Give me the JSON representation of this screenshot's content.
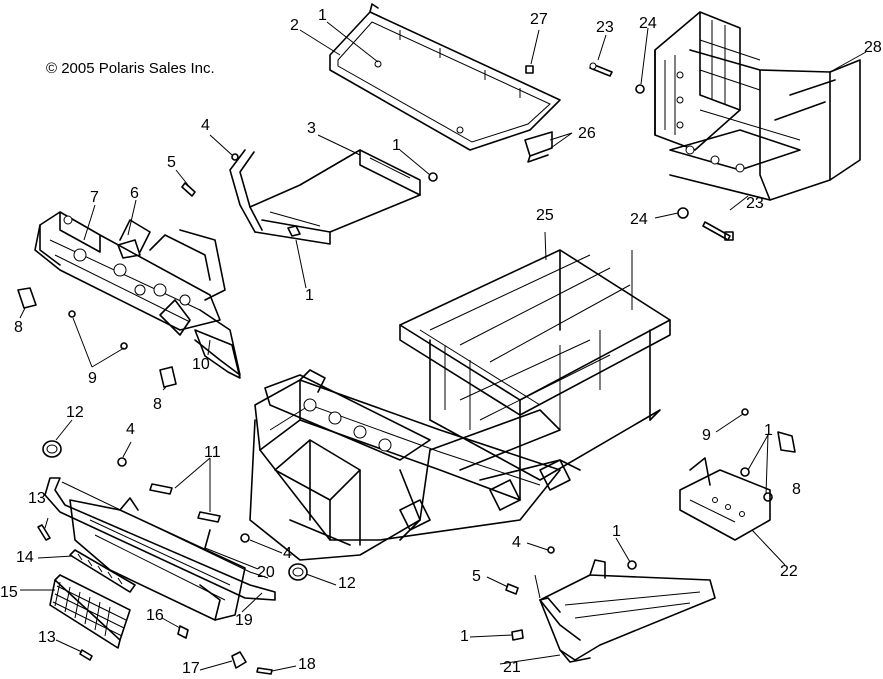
{
  "copyright": "© 2005 Polaris Sales Inc.",
  "callouts": [
    {
      "id": "c1a",
      "text": "1"
    },
    {
      "id": "c2",
      "text": "2"
    },
    {
      "id": "c27",
      "text": "27"
    },
    {
      "id": "c23a",
      "text": "23"
    },
    {
      "id": "c24a",
      "text": "24"
    },
    {
      "id": "c28",
      "text": "28"
    },
    {
      "id": "c4a",
      "text": "4"
    },
    {
      "id": "c3",
      "text": "3"
    },
    {
      "id": "c1b",
      "text": "1"
    },
    {
      "id": "c26",
      "text": "26"
    },
    {
      "id": "c5a",
      "text": "5"
    },
    {
      "id": "c7",
      "text": "7"
    },
    {
      "id": "c6",
      "text": "6"
    },
    {
      "id": "c24b",
      "text": "24"
    },
    {
      "id": "c23b",
      "text": "23"
    },
    {
      "id": "c25",
      "text": "25"
    },
    {
      "id": "c1c",
      "text": "1"
    },
    {
      "id": "c8a",
      "text": "8"
    },
    {
      "id": "c9a",
      "text": "9"
    },
    {
      "id": "c10",
      "text": "10"
    },
    {
      "id": "c8b",
      "text": "8"
    },
    {
      "id": "c12a",
      "text": "12"
    },
    {
      "id": "c4b",
      "text": "4"
    },
    {
      "id": "c11",
      "text": "11"
    },
    {
      "id": "c9b",
      "text": "9"
    },
    {
      "id": "c1d",
      "text": "1"
    },
    {
      "id": "c8c",
      "text": "8"
    },
    {
      "id": "c13a",
      "text": "13"
    },
    {
      "id": "c14",
      "text": "14"
    },
    {
      "id": "c4c",
      "text": "4"
    },
    {
      "id": "c20",
      "text": "20"
    },
    {
      "id": "c15",
      "text": "15"
    },
    {
      "id": "c12b",
      "text": "12"
    },
    {
      "id": "c19",
      "text": "19"
    },
    {
      "id": "c16",
      "text": "16"
    },
    {
      "id": "c22",
      "text": "22"
    },
    {
      "id": "c1e",
      "text": "1"
    },
    {
      "id": "c4d",
      "text": "4"
    },
    {
      "id": "c5b",
      "text": "5"
    },
    {
      "id": "c13b",
      "text": "13"
    },
    {
      "id": "c1f",
      "text": "1"
    },
    {
      "id": "c21",
      "text": "21"
    },
    {
      "id": "c17",
      "text": "17"
    },
    {
      "id": "c18",
      "text": "18"
    }
  ]
}
